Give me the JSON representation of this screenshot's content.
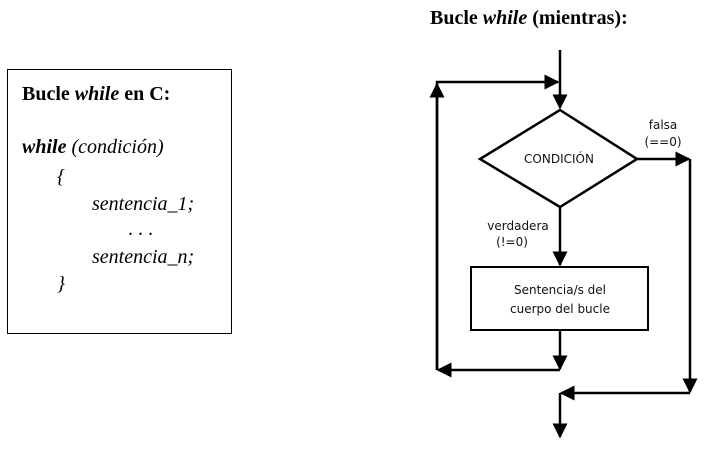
{
  "code_box": {
    "title_pre": "Bucle ",
    "title_kw": "while",
    "title_post": " en C:",
    "while_kw": "while",
    "condition": " (condición)",
    "open_brace": "{",
    "stmt_1": "sentencia_1;",
    "ellipsis": ". . .",
    "stmt_n": "sentencia_n;",
    "close_brace": "}"
  },
  "flowchart": {
    "title_pre": "Bucle ",
    "title_kw": "while",
    "title_post": " (mientras):",
    "condition_label": "CONDICIÓN",
    "false_label": "falsa",
    "false_value": "(==0)",
    "true_label": "verdadera",
    "true_value": "(!=0)",
    "body_line1": "Sentencia/s del",
    "body_line2": "cuerpo del bucle"
  }
}
